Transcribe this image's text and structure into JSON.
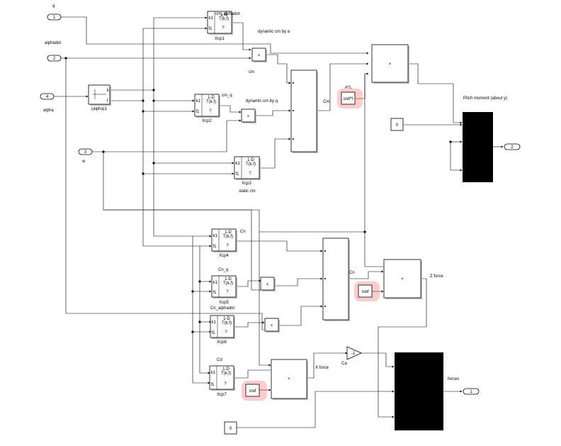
{
  "inports": [
    {
      "num": "1",
      "label": "q"
    },
    {
      "num": "2",
      "label": "alphadot"
    },
    {
      "num": "4",
      "label": "alpha"
    },
    {
      "num": "3",
      "label": "w"
    }
  ],
  "outports": [
    {
      "num": "2",
      "label": ""
    },
    {
      "num": "1",
      "label": ""
    }
  ],
  "lookup_blocks": [
    {
      "name": "Xcp1",
      "k": "k1",
      "f": "f1",
      "eq": "1-D\nT(k,f)",
      "above": "cm_alphadot"
    },
    {
      "name": "Xcp2",
      "k": "k1",
      "f": "f1",
      "eq": "1-D\nT(k,f)",
      "above": "cm_q"
    },
    {
      "name": "Xcp3",
      "k": "k1",
      "f": "f1",
      "eq": "1-D\nT(k,f)",
      "above": "static cm"
    },
    {
      "name": "Xcp4",
      "k": "k1",
      "f": "f1",
      "eq": "1-D\nT(k,f)",
      "above": "Cn"
    },
    {
      "name": "Xcp5",
      "k": "k1",
      "f": "f1",
      "eq": "1-D\nT(k,f)",
      "above": "Cn_q"
    },
    {
      "name": "Xcp6",
      "k": "k1",
      "f": "f1",
      "eq": "1-D\nT(k,f)",
      "above": "Cn_alphadot"
    },
    {
      "name": "Xcp7",
      "k": "k1",
      "f": "f1",
      "eq": "1-D\nT(k,f)",
      "above": "Cd"
    }
  ],
  "prelookup": {
    "name": "(alpha)1",
    "k": "k",
    "f": "f"
  },
  "constants": {
    "sref_a": "sref*l",
    "sref_b": "sref",
    "sref_c": "sref",
    "zero_a": "0",
    "zero_b": "0"
  },
  "gain": {
    "value": "-1",
    "label": "Ca"
  },
  "labels": {
    "dynamic_cm_by_a": "dynamic cm by a",
    "cm": "cm",
    "dynamic_cm_by_q": "dynamic cm by q",
    "Cm": "Cm",
    "Al": "A*L",
    "pitch_moment": "Pitch moment (about y)",
    "Cn_sum": "Cn",
    "z_force": "Z force",
    "x_force": "X force",
    "forces": "forces"
  },
  "product_symbol": "×",
  "highlight_color": "#ff6b6b"
}
